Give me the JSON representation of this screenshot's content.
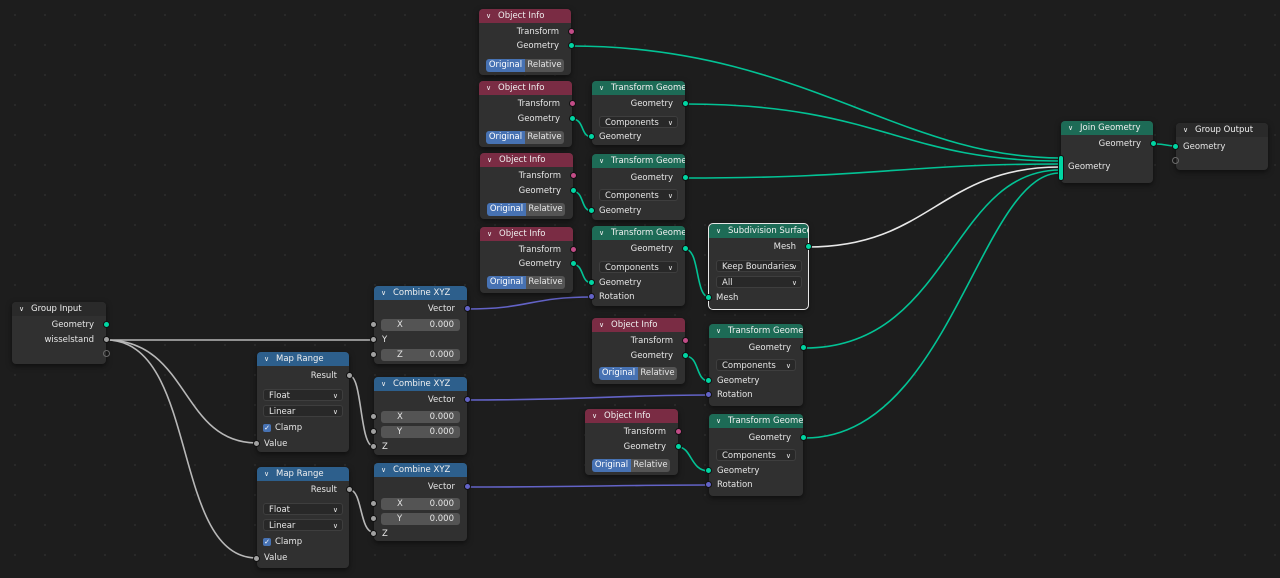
{
  "colors": {
    "background": "#1d1d1d",
    "node_body": "#303030",
    "header_input": "#7a2c44",
    "header_geometry": "#1d6b56",
    "header_converter": "#2d5f8c",
    "socket_geometry": "#00d6a3",
    "socket_vector": "#6363c7",
    "socket_float": "#a1a1a1",
    "socket_object": "#c24c87",
    "toggle_active": "#4772b3"
  },
  "icons": {
    "collapse": "chevron-down-icon",
    "checkbox": "checkmark-icon"
  },
  "labels": {
    "object_info": "Object Info",
    "transform": "Transform",
    "geometry": "Geometry",
    "original": "Original",
    "relative": "Relative",
    "transform_geometry": "Transform Geometry",
    "components": "Components",
    "rotation": "Rotation",
    "subdivision_surface": "Subdivision Surface",
    "mesh": "Mesh",
    "keep_boundaries": "Keep Boundaries",
    "all": "All",
    "join_geometry": "Join Geometry",
    "group_output": "Group Output",
    "group_input": "Group Input",
    "wisselstand": "wisselstand",
    "combine_xyz": "Combine XYZ",
    "vector": "Vector",
    "x": "X",
    "y": "Y",
    "z": "Z",
    "zero": "0.000",
    "map_range": "Map Range",
    "result": "Result",
    "float": "Float",
    "linear": "Linear",
    "clamp": "Clamp",
    "value": "Value"
  }
}
